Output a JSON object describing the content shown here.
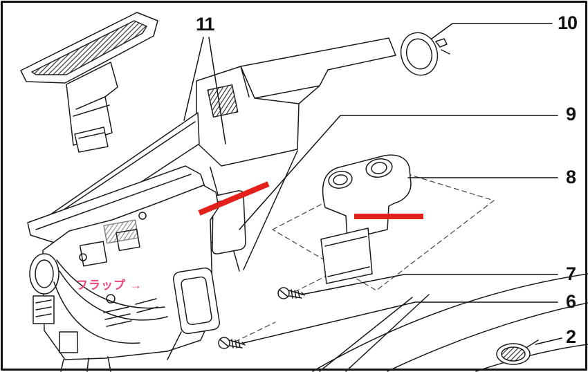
{
  "diagram": {
    "colors": {
      "outline": "#1a1a1a",
      "highlight_red": "#e32019",
      "annotation_pink": "#e8457c",
      "background": "#ffffff"
    },
    "callouts": [
      {
        "label": "11"
      },
      {
        "label": "10"
      },
      {
        "label": "9"
      },
      {
        "label": "8"
      },
      {
        "label": "7"
      },
      {
        "label": "6"
      },
      {
        "label": "2"
      }
    ],
    "annotations": {
      "flap_label": "フラップ →"
    }
  }
}
